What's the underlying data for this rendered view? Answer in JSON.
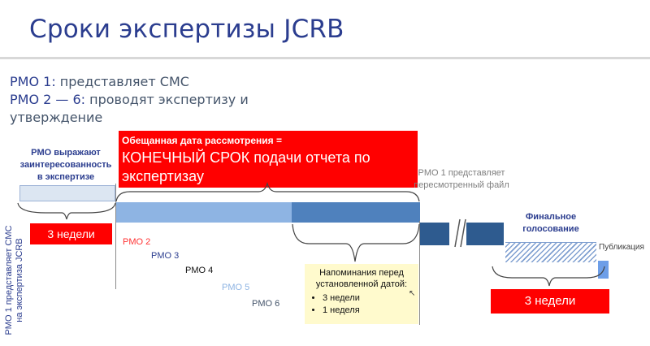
{
  "slide": {
    "title": "Сроки экспертизы JCRB",
    "lead": [
      {
        "key": "PMO 1:",
        "text": " представляет CMC"
      },
      {
        "key": "PMO 2 — 6:",
        "text": " проводят экспертизу и"
      },
      {
        "key": "",
        "text": "утверждение"
      }
    ]
  },
  "timeline": {
    "interest_label": "PMO выражают заинтересованность в экспертизе",
    "deadline_note_small": "Обещанная дата рассмотрения =",
    "deadline_note_big": "КОНЕЧНЫЙ СРОК подачи отчета по экспертизау",
    "three_weeks_left": "3 недели",
    "three_weeks_right": "3 недели",
    "vertical_label": "PMO 1 представляет CMC на экспертиза JCRB",
    "pmo_rows": [
      "PMO 2",
      "PMO 3",
      "PMO 4",
      "PMO 5",
      "PMO 6"
    ],
    "resubmit_label": "PMO 1 представляет пересмотренный файл",
    "final_vote_label": "Финальное голосование",
    "publication_label": "Публикация",
    "reminder": {
      "title": "Напоминания перед установленной датой:",
      "items": [
        "3 недели",
        "1 неделя"
      ]
    }
  },
  "colors": {
    "title_blue": "#2b3d8f",
    "alert_red": "#ff0000",
    "bar_light": "#8eb4e3",
    "bar_mid": "#4f81bd",
    "bar_dark": "#2e5b8f",
    "note_yellow": "#fffacd"
  }
}
